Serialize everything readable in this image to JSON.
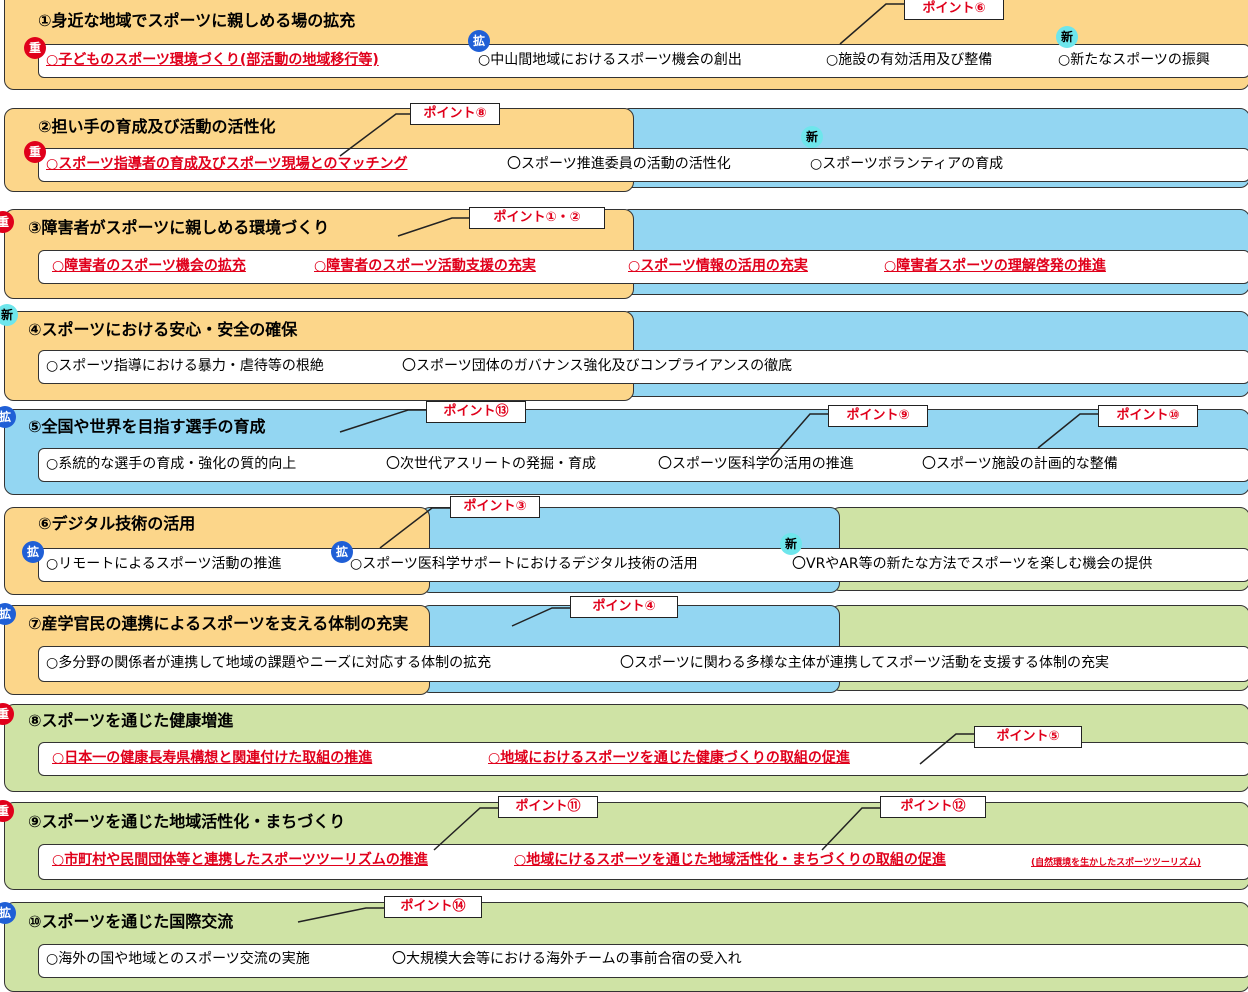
{
  "marks": {
    "jyu": "重",
    "kaku": "拡",
    "shin": "新"
  },
  "sections": {
    "s1": {
      "title": "①身近な地域でスポーツに親しめる場の拡充",
      "items": [
        "○子どものスポーツ環境づくり(部活動の地域移行等)",
        "○中山間地域におけるスポーツ機会の創出",
        "○施設の有効活用及び整備",
        "○新たなスポーツの振興"
      ]
    },
    "s2": {
      "title": "②担い手の育成及び活動の活性化",
      "items": [
        "○スポーツ指導者の育成及びスポーツ現場とのマッチング",
        "〇スポーツ推進委員の活動の活性化",
        "○スポーツボランティアの育成"
      ]
    },
    "s3": {
      "title": "③障害者がスポーツに親しめる環境づくり",
      "items": [
        "○障害者のスポーツ機会の拡充",
        "○障害者のスポーツ活動支援の充実",
        "○スポーツ情報の活用の充実",
        "○障害者スポーツの理解啓発の推進"
      ]
    },
    "s4": {
      "title": "④スポーツにおける安心・安全の確保",
      "items": [
        "○スポーツ指導における暴力・虐待等の根絶",
        "〇スポーツ団体のガバナンス強化及びコンプライアンスの徹底"
      ]
    },
    "s5": {
      "title": "⑤全国や世界を目指す選手の育成",
      "items": [
        "○系統的な選手の育成・強化の質的向上",
        "〇次世代アスリートの発掘・育成",
        "〇スポーツ医科学の活用の推進",
        "〇スポーツ施設の計画的な整備"
      ]
    },
    "s6": {
      "title": "⑥デジタル技術の活用",
      "items": [
        "○リモートによるスポーツ活動の推進",
        "○スポーツ医科学サポートにおけるデジタル技術の活用",
        "〇VRやAR等の新たな方法でスポーツを楽しむ機会の提供"
      ]
    },
    "s7": {
      "title": "⑦産学官民の連携によるスポーツを支える体制の充実",
      "items": [
        "○多分野の関係者が連携して地域の課題やニーズに対応する体制の拡充",
        "〇スポーツに関わる多様な主体が連携してスポーツ活動を支援する体制の充実"
      ]
    },
    "s8": {
      "title": "⑧スポーツを通じた健康増進",
      "items": [
        "○日本一の健康長寿県構想と関連付けた取組の推進",
        "○地域におけるスポーツを通じた健康づくりの取組の促進"
      ]
    },
    "s9": {
      "title": "⑨スポーツを通じた地域活性化・まちづくり",
      "items": [
        "○市町村や民間団体等と連携したスポーツツーリズムの推進",
        "○地域にけるスポーツを通じた地域活性化・まちづくりの取組の促進"
      ],
      "note": "(自然環境を生かしたスポーツツーリズム)"
    },
    "s10": {
      "title": "⑩スポーツを通じた国際交流",
      "items": [
        "○海外の国や地域とのスポーツ交流の実施",
        "〇大規模大会等における海外チームの事前合宿の受入れ"
      ]
    }
  },
  "points": {
    "p6": "ポイント⑥",
    "p8": "ポイント⑧",
    "p12": "ポイント①・②",
    "p13": "ポイント⑬",
    "p9": "ポイント⑨",
    "p10": "ポイント⑩",
    "p3": "ポイント③",
    "p4": "ポイント④",
    "p5": "ポイント⑤",
    "p11": "ポイント⑪",
    "p12b": "ポイント⑫",
    "p14": "ポイント⑭"
  },
  "colors": {
    "yellow": "#fcd68a",
    "blue": "#93d6f2",
    "green": "#cfe3a5",
    "red": "#e0001b",
    "badge_blue": "#1f5fd6",
    "badge_cyan": "#6ee6ec"
  }
}
